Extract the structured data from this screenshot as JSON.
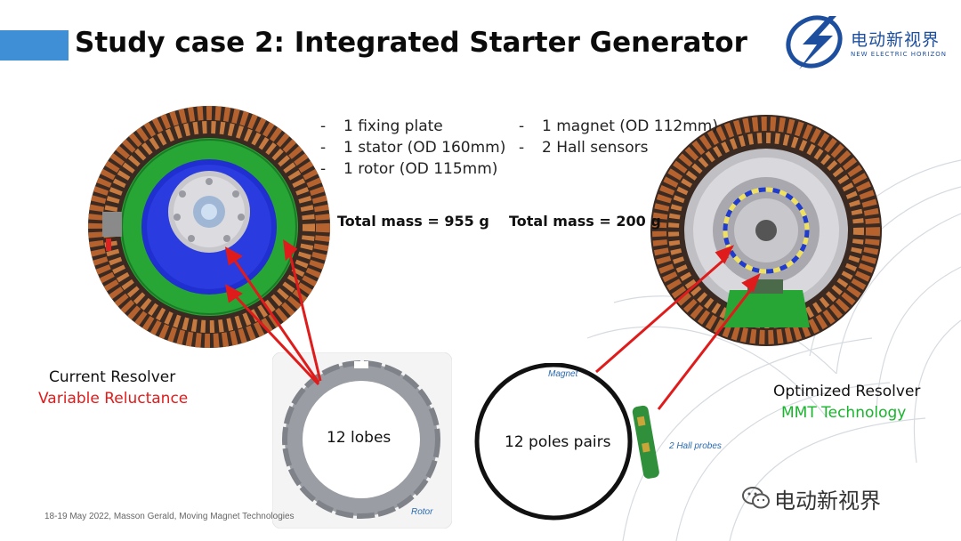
{
  "header": {
    "title": "Study case 2: Integrated Starter Generator",
    "logo_cn": "电动新视界",
    "logo_en": "NEW ELECTRIC HORIZON"
  },
  "lists": {
    "left": [
      {
        "dash": "-",
        "text": "1 fixing plate"
      },
      {
        "dash": "-",
        "text": "1 stator (OD 160mm)"
      },
      {
        "dash": "-",
        "text": "1 rotor (OD 115mm)"
      }
    ],
    "right": [
      {
        "dash": "-",
        "text": "1 magnet (OD 112mm)"
      },
      {
        "dash": "-",
        "text": "2 Hall sensors"
      }
    ]
  },
  "mass": {
    "left": "Total mass = 955 g",
    "right": "Total mass = 200 g"
  },
  "left_resolver": {
    "line1": "Current Resolver",
    "line2": "Variable Reluctance"
  },
  "right_resolver": {
    "line1": "Optimized Resolver",
    "line2": "MMT Technology"
  },
  "images": {
    "lobes_label": "12 lobes",
    "rotor_label": "Rotor",
    "poles_label": "12 poles pairs",
    "magnet_label": "Magnet",
    "hall_label": "2 Hall probes"
  },
  "footer": "18-19 May 2022, Masson Gerald, Moving Magnet Technologies",
  "watermark": "电动新视界",
  "colors": {
    "accent": "#3f8fd6",
    "arrow": "#e01b1b",
    "green_label": "#17b52b",
    "red_label": "#e01b1b"
  }
}
